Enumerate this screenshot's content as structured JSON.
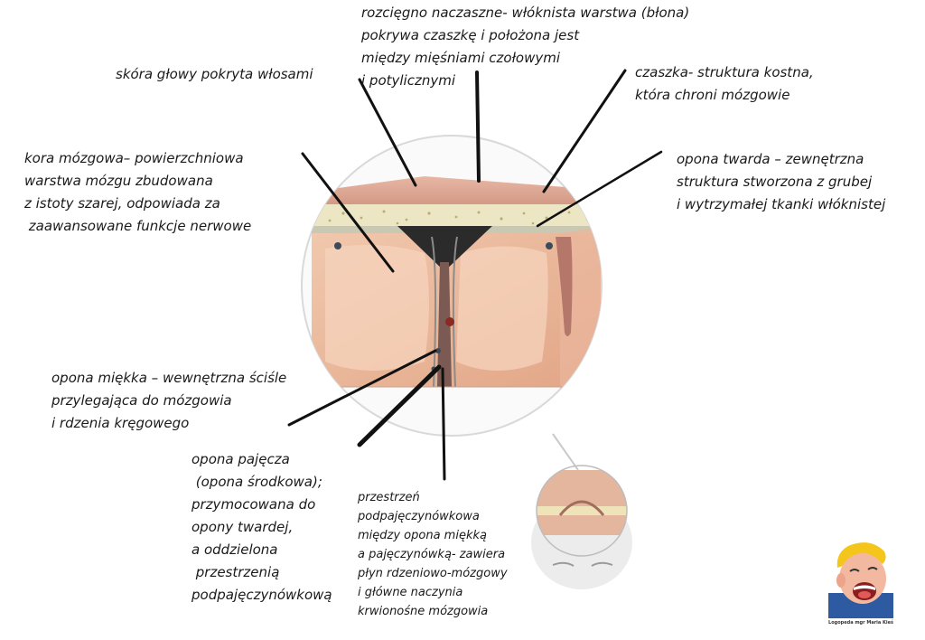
{
  "labels": {
    "scalp_skin": "skóra głowy pokryta włosami",
    "galea": "rozcięgno naczaszne- włóknista warstwa (błona)\npokrywa czaszkę i położona jest\nmiędzy mięśniami czołowymi\ni potylicznymi",
    "skull": "czaszka- struktura kostna,\nktóra chroni mózgowie",
    "cortex": "kora mózgowa– powierzchniowa\nwarstwa mózgu zbudowana\nz istoty szarej, odpowiada za\n zaawansowane funkcje nerwowe",
    "dura": "opona twarda – zewnętrzna\nstruktura stworzona z grubej\ni wytrzymałej tkanki włóknistej",
    "pia": "opona miękka – wewnętrzna ściśle\nprzylegająca do mózgowia\ni rdzenia kręgowego",
    "arachnoid": "opona pajęcza\n (opona środkowa);\nprzymocowana do\nopony twardej,\na oddzielona\n przestrzenią\npodpajęczynówkową",
    "subarachnoid": "przestrzeń\npodpajęczynówkowa\nmiędzy opona miękką\na pajęczynówką- zawiera\npłyn rdzeniowo-mózgowy\ni główne naczynia\nkrwionośne mózgowia"
  },
  "logo": {
    "caption": "Logopeda mgr Maria Kieś"
  },
  "icons": [
    "brain-meninges-illustration",
    "head-inset-illustration",
    "child-face-logo"
  ]
}
